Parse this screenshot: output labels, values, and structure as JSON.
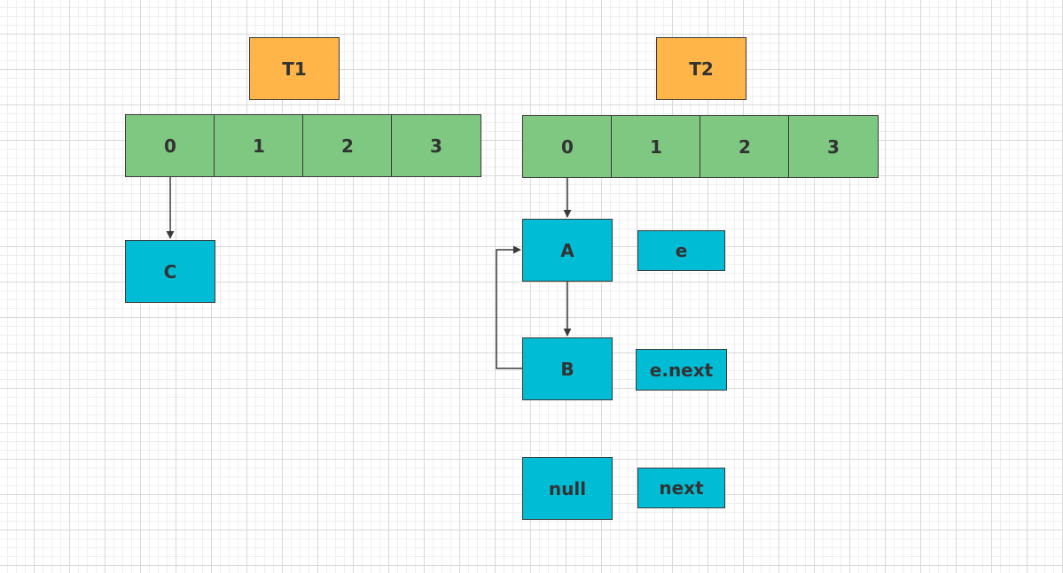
{
  "labels": {
    "t1": "T1",
    "t2": "T2",
    "c": "C",
    "a": "A",
    "b": "B",
    "null": "null",
    "e": "e",
    "e_next": "e.next",
    "next": "next"
  },
  "arrays": {
    "t1_cells": [
      "0",
      "1",
      "2",
      "3"
    ],
    "t2_cells": [
      "0",
      "1",
      "2",
      "3"
    ]
  },
  "colors": {
    "thread": "#ffb547",
    "table": "#7ec882",
    "node": "#00bcd4",
    "stroke": "#3a3a3a"
  }
}
